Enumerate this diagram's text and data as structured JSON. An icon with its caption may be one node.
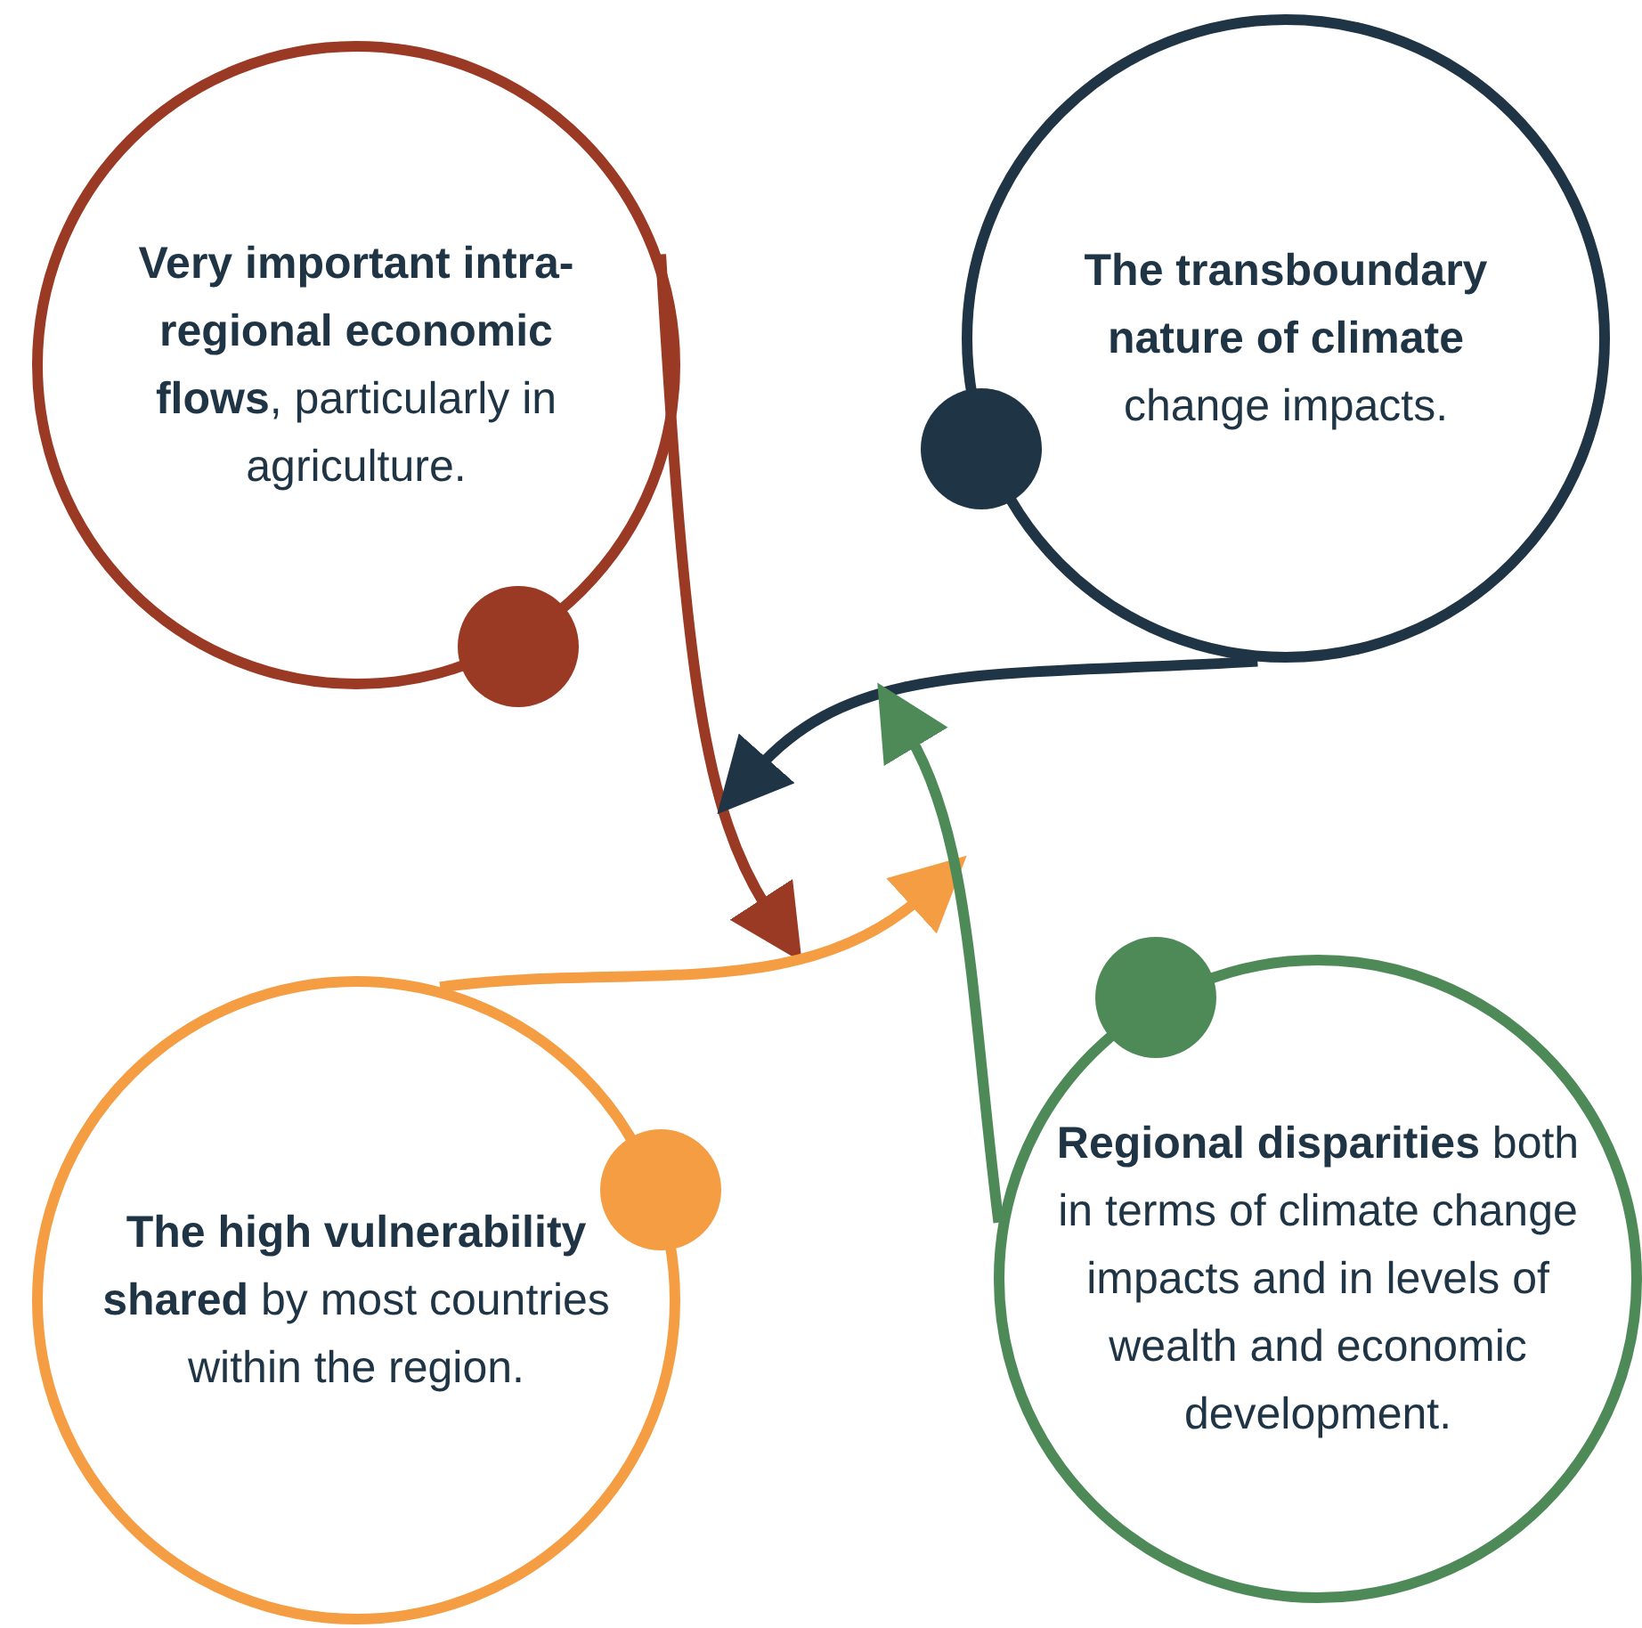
{
  "diagram": {
    "nodes": [
      {
        "text": [
          "**Very important intra-regional economic flows**, particularly in agriculture."
        ]
      },
      {
        "text": [
          "**The transboundary nature of climate** change impacts."
        ]
      },
      {
        "text": [
          "**The high vulnerability shared** by most countries within the region."
        ]
      },
      {
        "text": [
          "**Regional disparities** both in terms of climate change impacts and in levels of wealth and economic development."
        ]
      }
    ],
    "edges": [
      {
        "from": 0,
        "to": null,
        "arrow": "to",
        "color": "#9b3a24"
      },
      {
        "from": 1,
        "to": null,
        "arrow": "to",
        "color": "#1f3444"
      },
      {
        "from": 2,
        "to": null,
        "arrow": "to",
        "color": "#f49d43"
      },
      {
        "from": 3,
        "to": null,
        "arrow": "to",
        "color": "#4e8a58"
      }
    ]
  }
}
